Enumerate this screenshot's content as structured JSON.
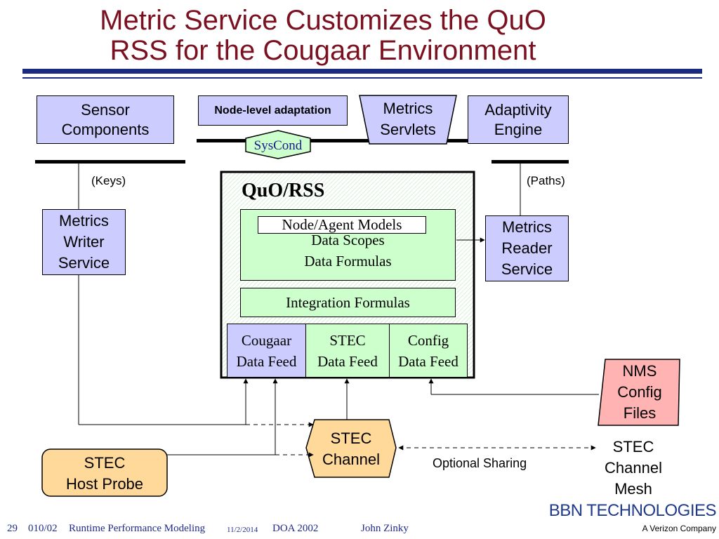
{
  "title": {
    "line1": "Metric Service Customizes the QuO",
    "line2": "RSS for the Cougaar Environment"
  },
  "top_boxes": {
    "sensor_components": {
      "line1": "Sensor",
      "line2": "Components"
    },
    "node_level_adaptation": "Node-level adaptation",
    "metrics_servlets": {
      "line1": "Metrics",
      "line2": "Servlets"
    },
    "adaptivity_engine": {
      "line1": "Adaptivity",
      "line2": "Engine"
    }
  },
  "syscond": "SysCond",
  "keys_label": "(Keys)",
  "paths_label": "(Paths)",
  "metrics_writer": {
    "line1": "Metrics",
    "line2": "Writer",
    "line3": "Service"
  },
  "metrics_reader": {
    "line1": "Metrics",
    "line2": "Reader",
    "line3": "Service"
  },
  "quo_rss": {
    "title": "QuO/RSS",
    "models_label": "Node/Agent Models",
    "data_scopes": "Data Scopes",
    "data_formulas": "Data Formulas",
    "integration_formulas": "Integration Formulas",
    "feeds": [
      {
        "line1": "Cougaar",
        "line2": "Data Feed"
      },
      {
        "line1": "STEC",
        "line2": "Data Feed"
      },
      {
        "line1": "Config",
        "line2": "Data Feed"
      }
    ]
  },
  "nms_config": {
    "line1": "NMS",
    "line2": "Config",
    "line3": "Files"
  },
  "stec_channel": {
    "line1": "STEC",
    "line2": "Channel"
  },
  "stec_host_probe": {
    "line1": "STEC",
    "line2": "Host Probe"
  },
  "optional_sharing": "Optional Sharing",
  "stec_channel_mesh": {
    "line1": "STEC",
    "line2": "Channel",
    "line3": "Mesh"
  },
  "logo": {
    "name": "BBN TECHNOLOGIES",
    "tagline": "A Verizon Company"
  },
  "footer": {
    "page_number": "29",
    "course": "010/02",
    "topic": "Runtime Performance Modeling",
    "date": "11/2/2014",
    "event": "DOA 2002",
    "author": "John Zinky"
  },
  "colors": {
    "title": "#7a1020",
    "rule": "#1a2a80",
    "lavender": "#ccccff",
    "green": "#ccffcc",
    "orange": "#ffd99a",
    "pink": "#ffb3b3"
  }
}
